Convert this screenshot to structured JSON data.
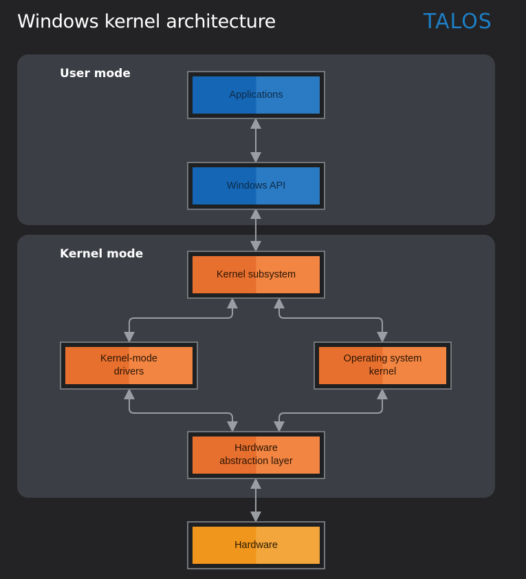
{
  "header": {
    "title": "Windows kernel architecture",
    "logo_text": "TALOS"
  },
  "regions": {
    "user_mode": "User mode",
    "kernel_mode": "Kernel mode"
  },
  "nodes": {
    "applications": "Applications",
    "windows_api": "Windows API",
    "kernel_subsystem": "Kernel subsystem",
    "kernel_mode_drivers": "Kernel-mode\ndrivers",
    "os_kernel": "Operating system\nkernel",
    "hal": "Hardware\nabstraction layer",
    "hardware": "Hardware"
  },
  "colors": {
    "background": "#232325",
    "region": "#3b3e44",
    "user_mode_box": "#1567b5",
    "kernel_mode_box": "#e8702e",
    "hardware_box": "#f0961c",
    "connector": "#9a9da2",
    "logo": "#1d7fc6"
  }
}
